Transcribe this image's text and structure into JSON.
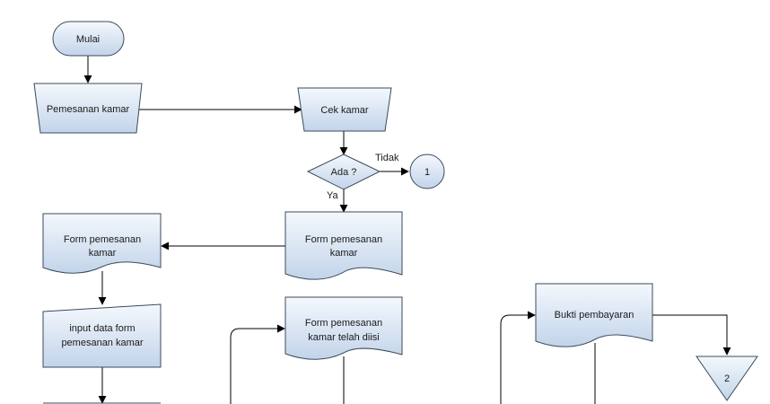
{
  "diagram": {
    "nodes": {
      "mulai": {
        "text": "Mulai"
      },
      "pemesanan_kamar": {
        "text": "Pemesanan kamar"
      },
      "cek_kamar": {
        "text": "Cek kamar"
      },
      "ada": {
        "text": "Ada ?"
      },
      "connector_1": {
        "text": "1"
      },
      "form_pemesanan_right": {
        "line1": "Form pemesanan",
        "line2": "kamar"
      },
      "form_pemesanan_left": {
        "line1": "Form pemesanan",
        "line2": "kamar"
      },
      "input_data": {
        "line1": "input data form",
        "line2": "pemesanan kamar"
      },
      "form_telah_diisi": {
        "line1": "Form pemesanan",
        "line2": "kamar telah diisi"
      },
      "bukti_pembayaran": {
        "text": "Bukti pembayaran"
      },
      "offpage_2": {
        "text": "2"
      }
    },
    "edge_labels": {
      "tidak": "Tidak",
      "ya": "Ya"
    },
    "colors": {
      "fill_top": "#f4f8fd",
      "fill_bottom": "#c2d4ea",
      "stroke": "#3c4a5c"
    }
  }
}
